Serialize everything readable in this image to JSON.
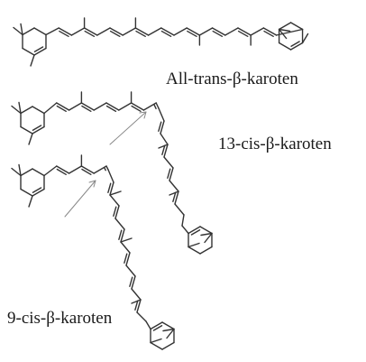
{
  "labels": {
    "all_trans": "All-trans-β-karoten",
    "cis_13": "13-cis-β-karoten",
    "cis_9": "9-cis-β-karoten"
  },
  "colors": {
    "bond": "#333333",
    "arrow": "#888888",
    "text": "#1a1a1a"
  }
}
